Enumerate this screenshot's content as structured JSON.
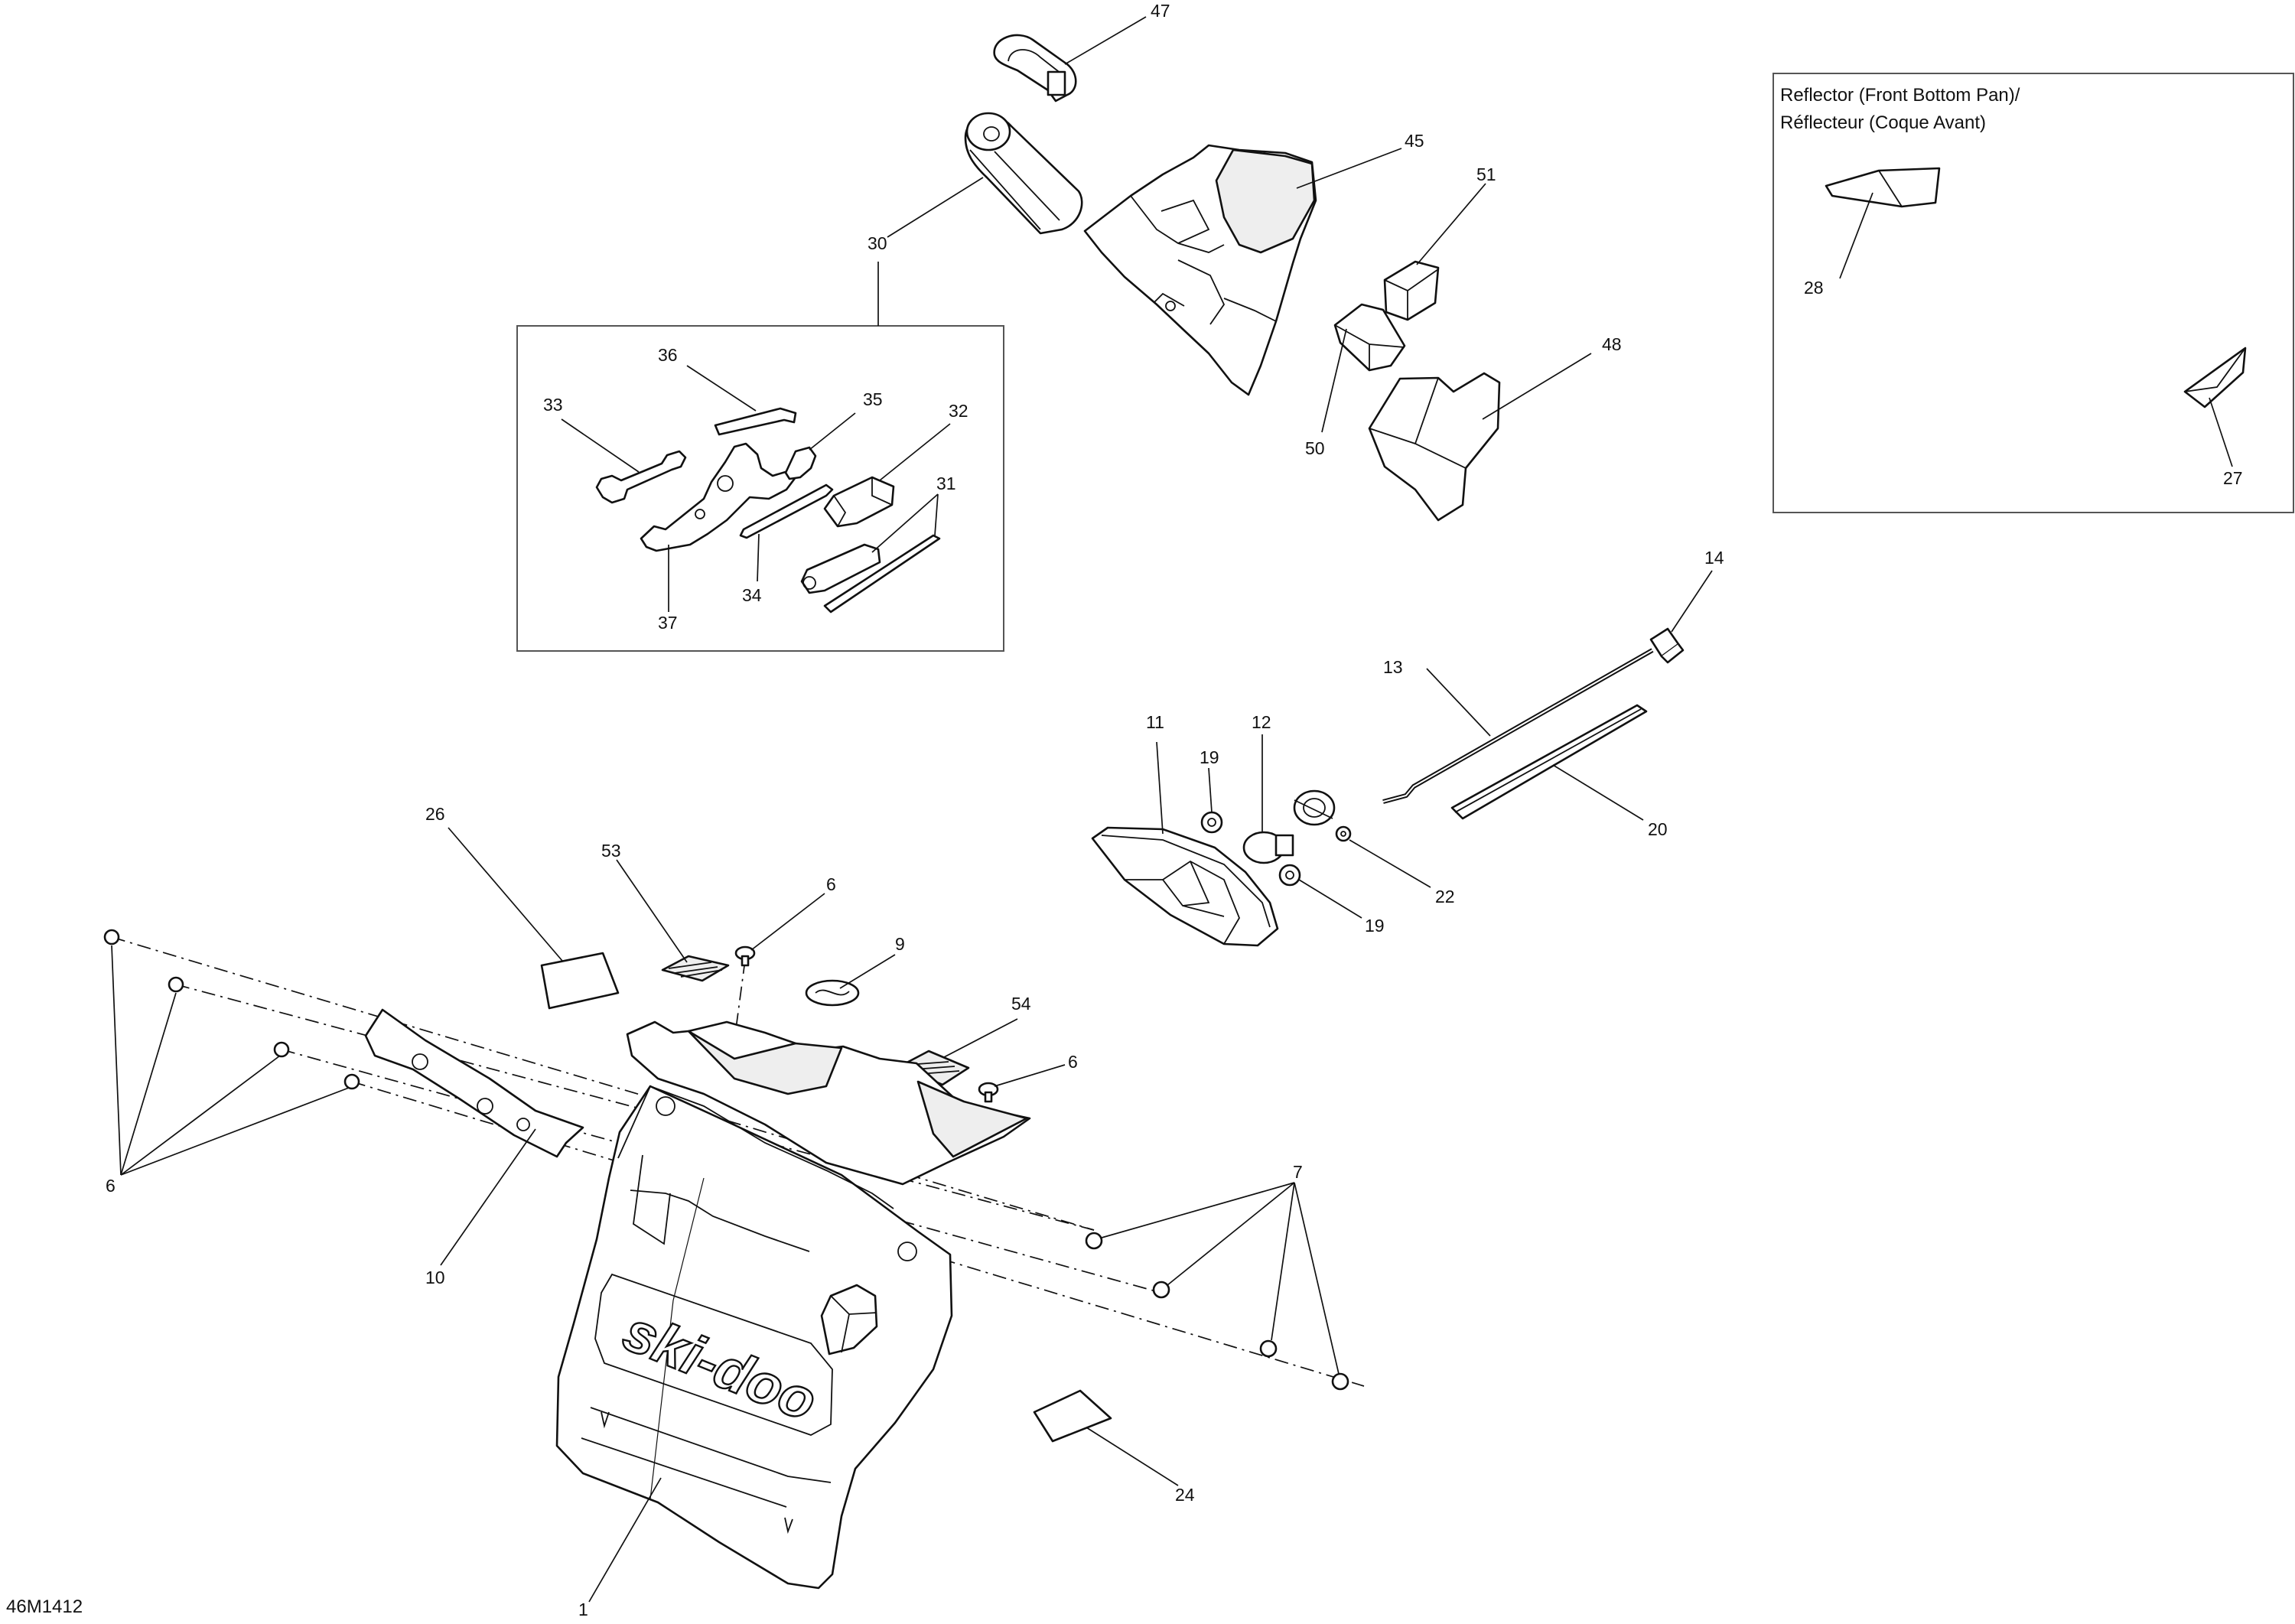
{
  "drawing_code": "46M1412",
  "inset": {
    "title_line1": "Reflector (Front Bottom Pan)/",
    "title_line2": "Réflecteur (Coque Avant)"
  },
  "callouts": {
    "c1": "1",
    "c6a": "6",
    "c6b": "6",
    "c6c": "6",
    "c7": "7",
    "c9": "9",
    "c10": "10",
    "c11": "11",
    "c12": "12",
    "c13": "13",
    "c14": "14",
    "c19a": "19",
    "c19b": "19",
    "c20": "20",
    "c22": "22",
    "c24": "24",
    "c26": "26",
    "c27": "27",
    "c28": "28",
    "c30": "30",
    "c31": "31",
    "c32": "32",
    "c33": "33",
    "c34": "34",
    "c35": "35",
    "c36": "36",
    "c37": "37",
    "c45": "45",
    "c47": "47",
    "c48": "48",
    "c50": "50",
    "c51": "51",
    "c53": "53",
    "c54": "54"
  },
  "logo_text": "ski-doo"
}
